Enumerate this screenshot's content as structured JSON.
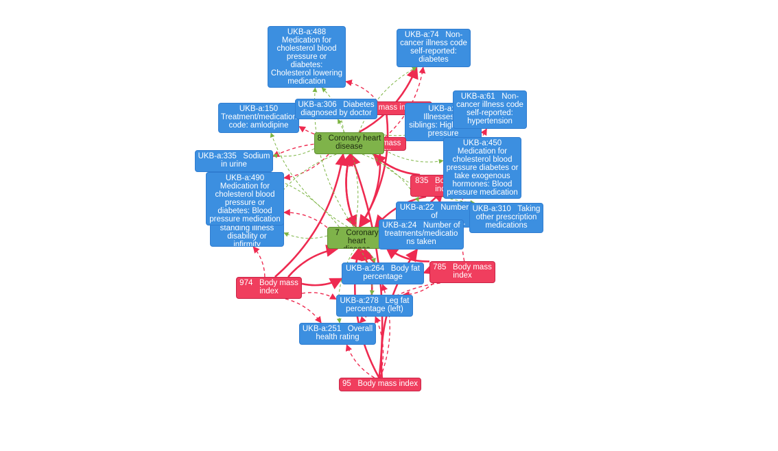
{
  "nodes": {
    "n488": {
      "label": "UKB-a:488\nMedication for\ncholesterol blood\npressure or\ndiabetes:\nCholesterol lowering\nmedication",
      "kind": "exposure"
    },
    "n74": {
      "label": "UKB-a:74   Non-\ncancer illness code\nself-reported:\ndiabetes",
      "kind": "exposure"
    },
    "n61": {
      "label": "UKB-a:61   Non-\ncancer illness code\nself-reported:\nhypertension",
      "kind": "exposure"
    },
    "nBmiTop": {
      "label": "Body mass index",
      "kind": "bmi"
    },
    "n306": {
      "label": "UKB-a:306   Diabetes\ndiagnosed by doctor",
      "kind": "exposure"
    },
    "n150": {
      "label": "UKB-a:150\nTreatment/medication\ncode: amlodipine",
      "kind": "exposure"
    },
    "nSib": {
      "label": "UKB-a:2\nIllnesses of\nsiblings: High blood\npressure",
      "kind": "exposure"
    },
    "n8": {
      "label": "8   Coronary heart\ndisease",
      "kind": "outcome"
    },
    "nBmiMid": {
      "label": "Body mass index",
      "kind": "bmi"
    },
    "n335": {
      "label": "UKB-a:335   Sodium\nin urine",
      "kind": "exposure"
    },
    "n450": {
      "label": "UKB-a:450\nMedication for\ncholesterol blood\npressure diabetes or\ntake exogenous\nhormones: Blood\npressure medication",
      "kind": "exposure"
    },
    "n835": {
      "label": "835   Body mass\nindex",
      "kind": "bmi"
    },
    "n490": {
      "label": "UKB-a:490\nMedication for\ncholesterol blood\npressure or\ndiabetes: Blood\npressure medication",
      "kind": "exposure"
    },
    "nDis": {
      "label": "UKB-a:...   Long-standing illness\ndisability or\ninfirmity",
      "kind": "exposure"
    },
    "n22": {
      "label": "UKB-a:22   Number of\nself-reported non-\ncancer illnesses",
      "kind": "exposure"
    },
    "n310": {
      "label": "UKB-a:310   Taking\nother prescription\nmedications",
      "kind": "exposure"
    },
    "n7": {
      "label": "7   Coronary heart\ndisease",
      "kind": "outcome"
    },
    "n24": {
      "label": "UKB-a:24   Number of\ntreatments/medicatio\nns taken",
      "kind": "exposure"
    },
    "n785": {
      "label": "785   Body mass\nindex",
      "kind": "bmi"
    },
    "n264": {
      "label": "UKB-a:264   Body fat\npercentage",
      "kind": "exposure"
    },
    "n974": {
      "label": "974   Body mass\nindex",
      "kind": "bmi"
    },
    "n278": {
      "label": "UKB-a:278   Leg fat\npercentage (left)",
      "kind": "exposure"
    },
    "n251": {
      "label": "UKB-a:251   Overall\nhealth rating",
      "kind": "exposure"
    },
    "n95": {
      "label": "95   Body mass index",
      "kind": "bmi"
    }
  },
  "edges": [
    {
      "from": "n95",
      "to": "n7",
      "style": "solid"
    },
    {
      "from": "n95",
      "to": "n8",
      "style": "solid"
    },
    {
      "from": "n95",
      "to": "n24",
      "style": "solid"
    },
    {
      "from": "n95",
      "to": "n264",
      "style": "dashed"
    },
    {
      "from": "n95",
      "to": "n251",
      "style": "dashed"
    },
    {
      "from": "n95",
      "to": "n278",
      "style": "dashed"
    },
    {
      "from": "n974",
      "to": "n7",
      "style": "solid"
    },
    {
      "from": "n974",
      "to": "n8",
      "style": "solid"
    },
    {
      "from": "n974",
      "to": "n251",
      "style": "dashed"
    },
    {
      "from": "n974",
      "to": "n264",
      "style": "solid"
    },
    {
      "from": "n974",
      "to": "n278",
      "style": "dashed"
    },
    {
      "from": "n974",
      "to": "nDis",
      "style": "dashed"
    },
    {
      "from": "n785",
      "to": "n7",
      "style": "solid"
    },
    {
      "from": "n785",
      "to": "n264",
      "style": "solid"
    },
    {
      "from": "n785",
      "to": "n278",
      "style": "dashed"
    },
    {
      "from": "n785",
      "to": "n251",
      "style": "dashed"
    },
    {
      "from": "n785",
      "to": "n61",
      "style": "dashed"
    },
    {
      "from": "n835",
      "to": "n7",
      "style": "solid"
    },
    {
      "from": "n835",
      "to": "n8",
      "style": "solid"
    },
    {
      "from": "n835",
      "to": "n22",
      "style": "dashed"
    },
    {
      "from": "nBmiMid",
      "to": "n7",
      "style": "solid"
    },
    {
      "from": "nBmiMid",
      "to": "n74",
      "style": "dashed"
    },
    {
      "from": "nBmiMid",
      "to": "n150",
      "style": "dashed"
    },
    {
      "from": "nBmiMid",
      "to": "n335",
      "style": "dashed"
    },
    {
      "from": "nBmiTop",
      "to": "n7",
      "style": "solid"
    },
    {
      "from": "nBmiTop",
      "to": "n488",
      "style": "dashed"
    },
    {
      "from": "nBmiTop",
      "to": "n61",
      "style": "dashed"
    },
    {
      "from": "n8",
      "to": "n7",
      "style": "solid"
    },
    {
      "from": "n8",
      "to": "n490",
      "style": "dashed"
    },
    {
      "from": "n8",
      "to": "n74",
      "style": "solid"
    },
    {
      "from": "n7",
      "to": "n8",
      "style": "solid"
    },
    {
      "from": "n7",
      "to": "n450",
      "style": "solid"
    },
    {
      "from": "n7",
      "to": "n310",
      "style": "dashed"
    },
    {
      "from": "n7",
      "to": "n490",
      "style": "dashed"
    },
    {
      "from": "n264",
      "to": "n7",
      "style": "solid"
    },
    {
      "from": "n278",
      "to": "n7",
      "style": "solid"
    },
    {
      "from": "n7",
      "to": "n488",
      "style": "mr",
      "kind": "green"
    },
    {
      "from": "n7",
      "to": "n306",
      "style": "mr",
      "kind": "green"
    },
    {
      "from": "n7",
      "to": "n150",
      "style": "mr",
      "kind": "green"
    },
    {
      "from": "n7",
      "to": "n335",
      "style": "mr",
      "kind": "green"
    },
    {
      "from": "n7",
      "to": "nDis",
      "style": "mr",
      "kind": "green"
    },
    {
      "from": "n8",
      "to": "n488",
      "style": "mr",
      "kind": "green"
    },
    {
      "from": "n8",
      "to": "n74",
      "style": "mr",
      "kind": "green"
    },
    {
      "from": "n8",
      "to": "n61",
      "style": "mr",
      "kind": "green"
    },
    {
      "from": "n8",
      "to": "n335",
      "style": "mr",
      "kind": "green"
    },
    {
      "from": "n8",
      "to": "n450",
      "style": "mr",
      "kind": "green"
    },
    {
      "from": "n8",
      "to": "n22",
      "style": "mr",
      "kind": "green"
    },
    {
      "from": "n8",
      "to": "n310",
      "style": "mr",
      "kind": "green"
    },
    {
      "from": "n7",
      "to": "n264",
      "style": "mr",
      "kind": "green"
    },
    {
      "from": "n7",
      "to": "n251",
      "style": "mr",
      "kind": "green"
    },
    {
      "from": "n7",
      "to": "n278",
      "style": "mr",
      "kind": "green"
    },
    {
      "from": "n8",
      "to": "nDis",
      "style": "mr",
      "kind": "green"
    }
  ],
  "colors": {
    "exposure_fill": "#3c8fe0",
    "bmi_fill": "#f03e5e",
    "outcome_fill": "#7fb34a",
    "edge_red": "#ee2a50",
    "edge_green": "#7cb443"
  }
}
